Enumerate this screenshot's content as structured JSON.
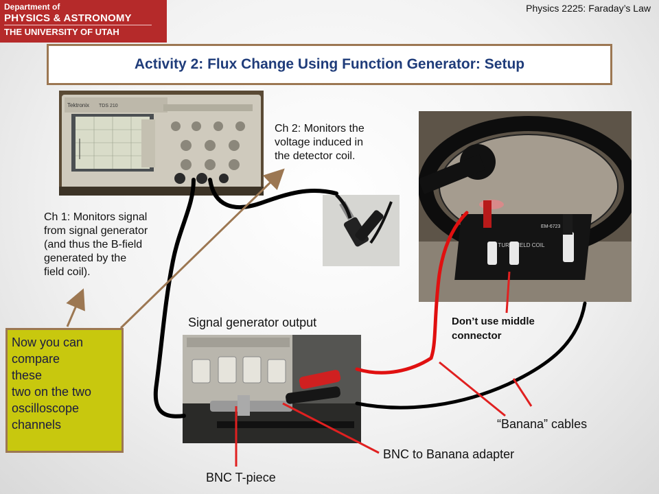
{
  "header": {
    "logo_lines": [
      "Department of",
      "PHYSICS & ASTRONOMY",
      "THE UNIVERSITY OF UTAH"
    ],
    "course": "Physics 2225: Faraday’s Law"
  },
  "title": "Activity 2: Flux Change Using Function Generator: Setup",
  "photos": {
    "oscilloscope_brand": "Tektronix",
    "oscilloscope_model": "TDS 210",
    "coil_model": "EM-6723",
    "coil_label": "200 TURN FIELD COIL"
  },
  "labels": {
    "ch2": [
      "Ch 2: Monitors the",
      "voltage induced in",
      "the detector coil."
    ],
    "ch1": [
      "Ch 1: Monitors signal",
      "from signal generator",
      "(and thus the B-field",
      "generated by the",
      "field coil)."
    ],
    "signal_output": "Signal generator output",
    "dont_use": [
      "Don’t use middle",
      "connector"
    ],
    "banana": "“Banana” cables",
    "bnc_banana": "BNC to Banana adapter",
    "bnc_t": "BNC T-piece",
    "note": [
      "Now you can",
      "compare",
      "these",
      "two on the two",
      "oscilloscope",
      "channels"
    ]
  },
  "colors": {
    "logo_red": "#b52a2a",
    "title_blue": "#1f3c7a",
    "frame_brown": "#9c7752",
    "note_yellow": "#c8c80e",
    "arrow_red": "#e02020"
  }
}
